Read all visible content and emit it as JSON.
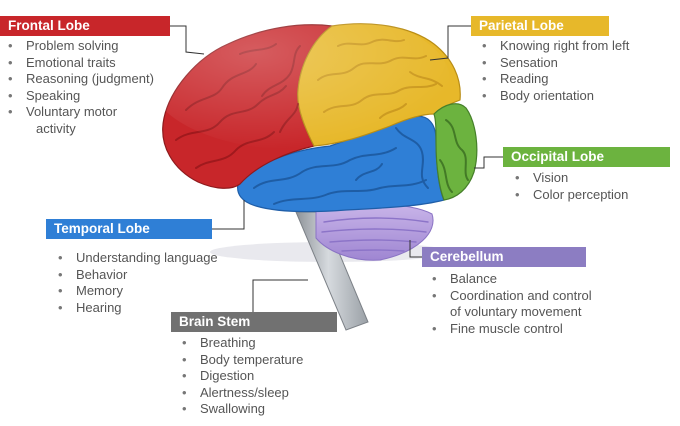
{
  "colors": {
    "frontal": "#c8262a",
    "parietal": "#e7b82a",
    "occipital": "#6cb33f",
    "temporal": "#2f7fd6",
    "cerebellum": "#8c7dc2",
    "brain_stem": "#717171"
  },
  "regions": {
    "frontal": {
      "title": "Frontal Lobe",
      "functions": [
        "Problem solving",
        "Emotional traits",
        "Reasoning (judgment)",
        "Speaking",
        "Voluntary motor",
        "activity"
      ]
    },
    "parietal": {
      "title": "Parietal Lobe",
      "functions": [
        "Knowing right from left",
        "Sensation",
        "Reading",
        "Body orientation"
      ]
    },
    "occipital": {
      "title": "Occipital Lobe",
      "functions": [
        "Vision",
        "Color perception"
      ]
    },
    "temporal": {
      "title": "Temporal Lobe",
      "functions": [
        "Understanding language",
        "Behavior",
        "Memory",
        "Hearing"
      ]
    },
    "cerebellum": {
      "title": "Cerebellum",
      "functions": [
        "Balance",
        "Coordination and control",
        "of voluntary movement",
        "Fine muscle control"
      ]
    },
    "brain_stem": {
      "title": "Brain Stem",
      "functions": [
        "Breathing",
        "Body temperature",
        "Digestion",
        "Alertness/sleep",
        "Swallowing"
      ]
    }
  }
}
